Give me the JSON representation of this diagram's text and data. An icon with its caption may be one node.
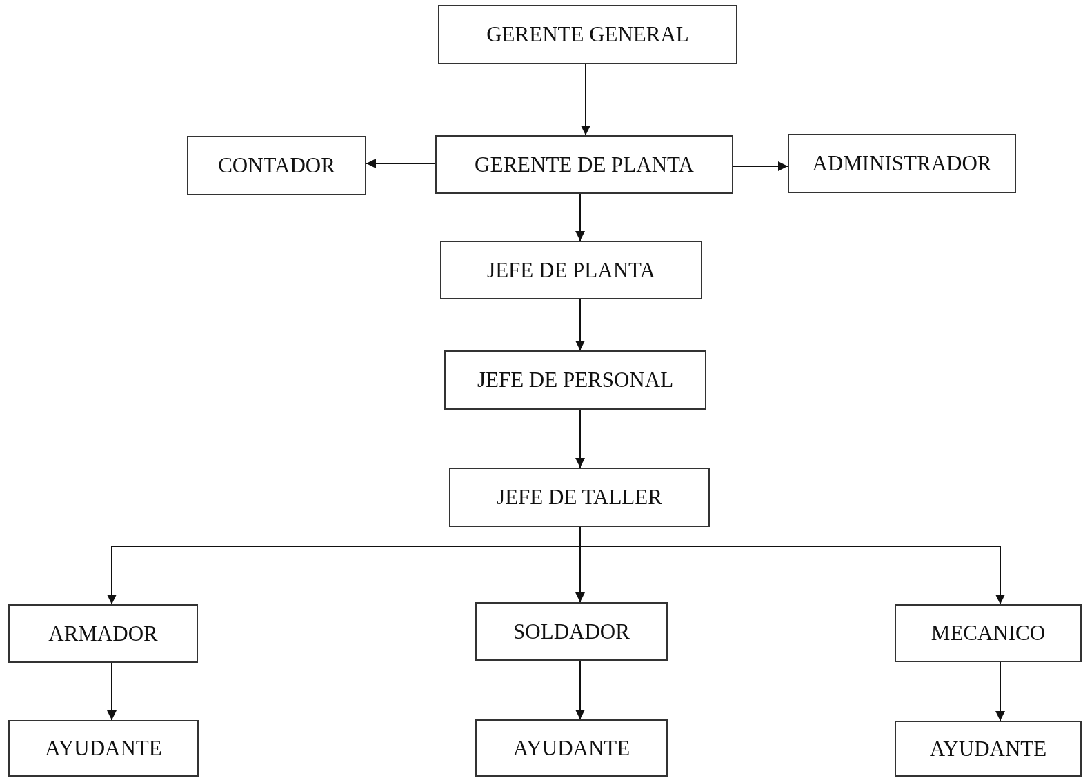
{
  "diagram": {
    "nodes": [
      {
        "text": [
          "GERENTE GENERAL"
        ]
      },
      {
        "text": [
          "CONTADOR"
        ]
      },
      {
        "text": [
          "GERENTE DE PLANTA"
        ]
      },
      {
        "text": [
          "ADMINISTRADOR"
        ]
      },
      {
        "text": [
          "JEFE DE PLANTA"
        ]
      },
      {
        "text": [
          "JEFE DE PERSONAL"
        ]
      },
      {
        "text": [
          "JEFE DE TALLER"
        ]
      },
      {
        "text": [
          "ARMADOR"
        ]
      },
      {
        "text": [
          "SOLDADOR"
        ]
      },
      {
        "text": [
          "MECANICO"
        ]
      },
      {
        "text": [
          "AYUDANTE"
        ]
      },
      {
        "text": [
          "AYUDANTE"
        ]
      },
      {
        "text": [
          "AYUDANTE"
        ]
      }
    ],
    "edges": [
      {
        "from": 0,
        "to": 2,
        "arrow": "to"
      },
      {
        "from": 2,
        "to": 1,
        "arrow": "to"
      },
      {
        "from": 2,
        "to": 3,
        "arrow": "to"
      },
      {
        "from": 2,
        "to": 4,
        "arrow": "to"
      },
      {
        "from": 4,
        "to": 5,
        "arrow": "to"
      },
      {
        "from": 5,
        "to": 6,
        "arrow": "to"
      },
      {
        "from": 6,
        "to": 7,
        "arrow": "to"
      },
      {
        "from": 6,
        "to": 8,
        "arrow": "to"
      },
      {
        "from": 6,
        "to": 9,
        "arrow": "to"
      },
      {
        "from": 7,
        "to": 10,
        "arrow": "to"
      },
      {
        "from": 8,
        "to": 11,
        "arrow": "to"
      },
      {
        "from": 9,
        "to": 12,
        "arrow": "to"
      }
    ]
  }
}
